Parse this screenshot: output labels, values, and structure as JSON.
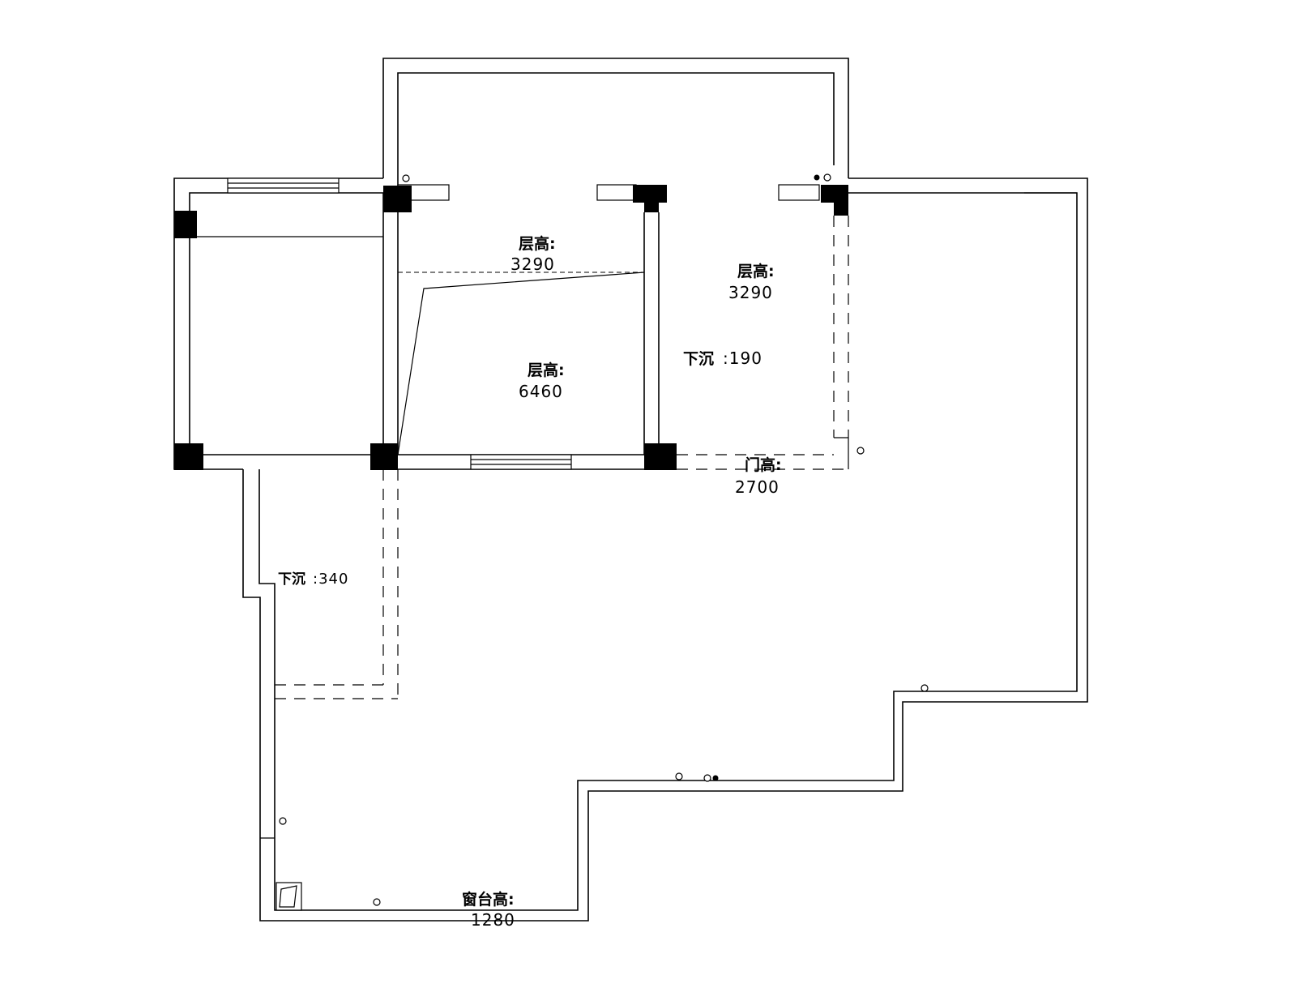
{
  "annotations": {
    "stair_height": {
      "label": "层高:",
      "value": "3290"
    },
    "corridor_height": {
      "label": "层高:",
      "value": "3290"
    },
    "double_height": {
      "label": "层高:",
      "value": "6460"
    },
    "sink_right": {
      "label": "下沉",
      "value": ":190"
    },
    "door_height": {
      "label": "门高:",
      "value": "2700"
    },
    "sink_left": {
      "label": "下沉",
      "value": ":340"
    },
    "window_sill": {
      "label": "窗台高:",
      "value": "1280"
    }
  }
}
